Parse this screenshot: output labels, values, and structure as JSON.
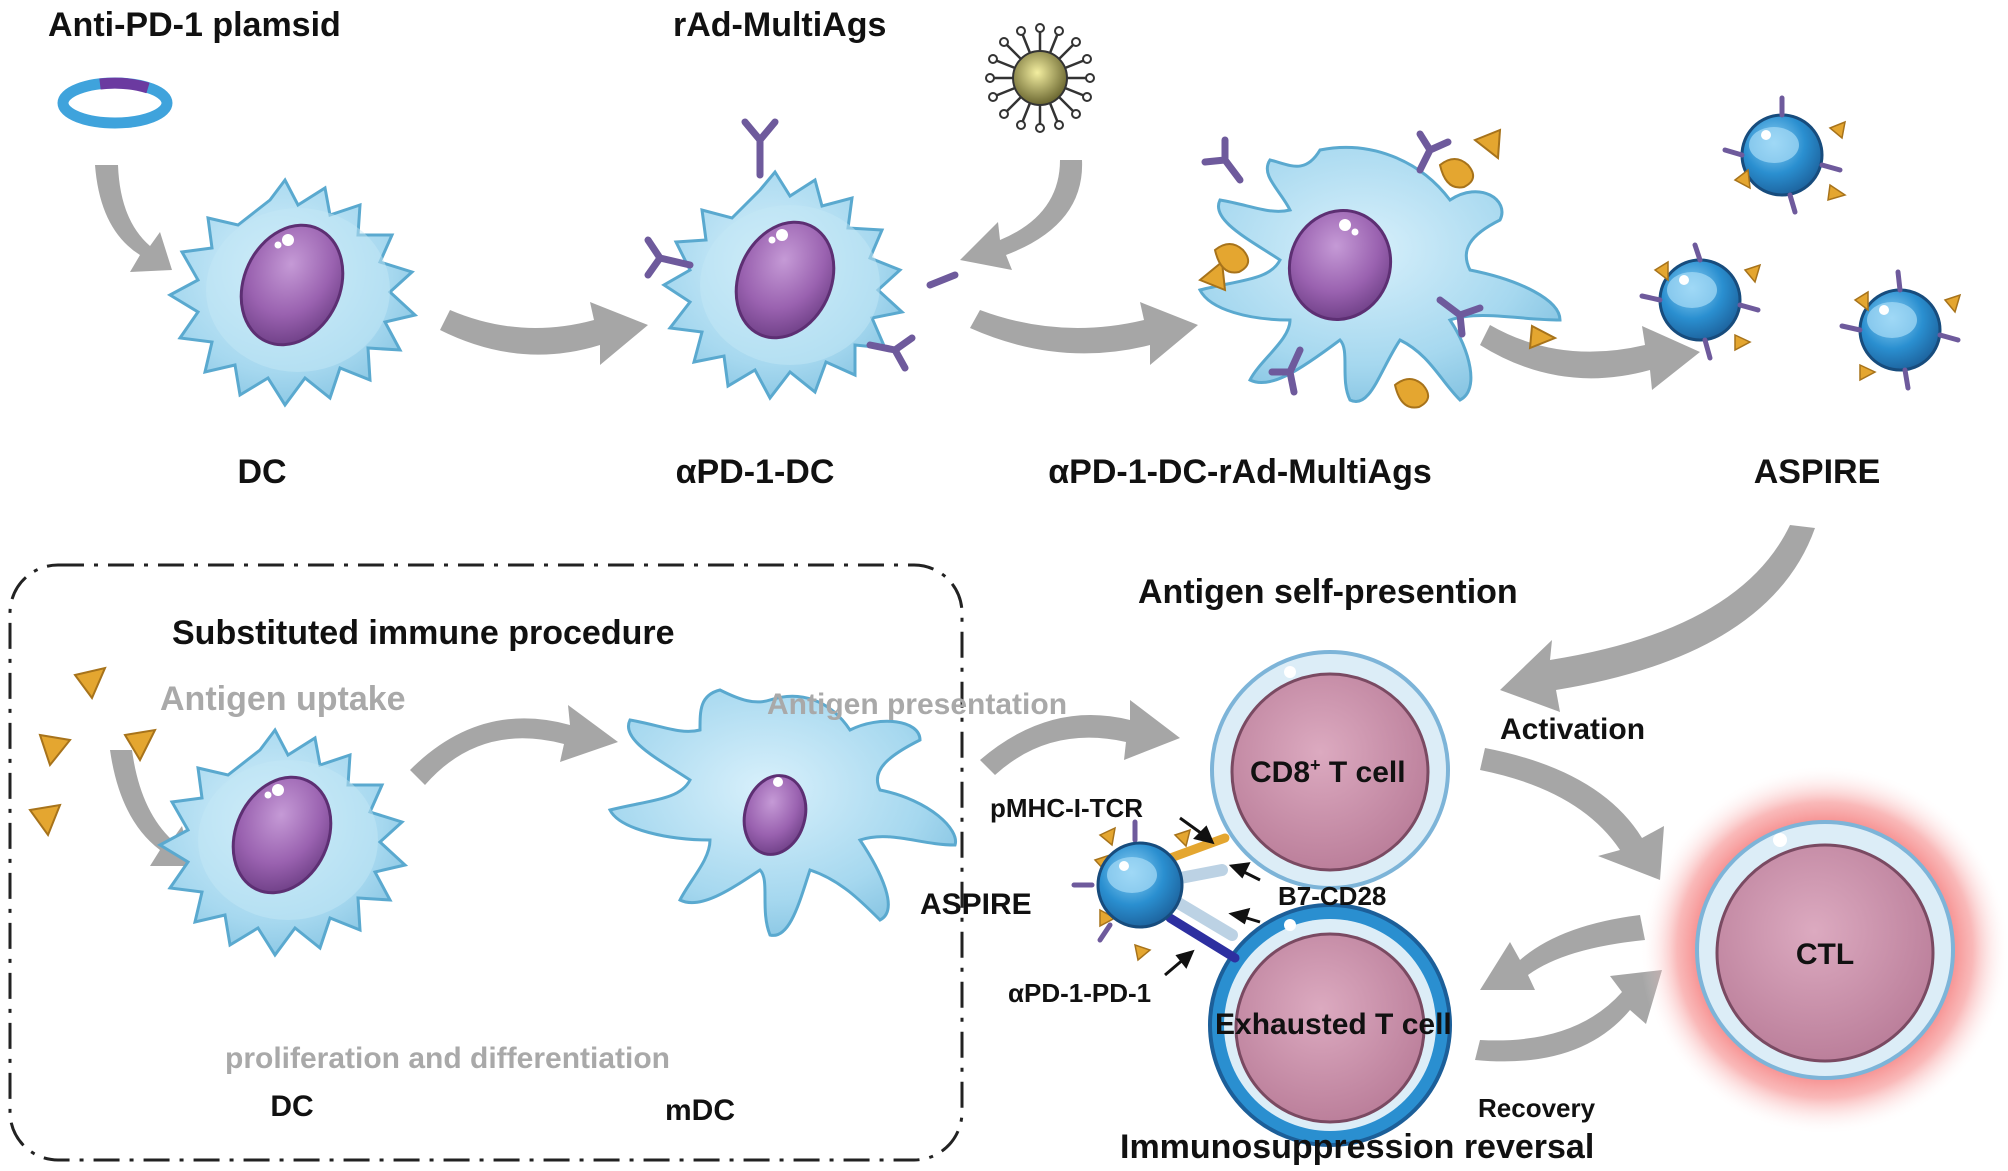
{
  "top": {
    "plasmid_title": "Anti-PD-1 plamsid",
    "virus_title": "rAd-MultiAgs",
    "stage_labels": [
      "DC",
      "αPD-1-DC",
      "αPD-1-DC-rAd-MultiAgs",
      "ASPIRE"
    ]
  },
  "substituted": {
    "title": "Substituted immune procedure",
    "antigen_uptake": "Antigen uptake",
    "antigen_presentation": "Antigen presentation",
    "proliferation": "proliferation and differentiation",
    "dc": "DC",
    "mdc": "mDC"
  },
  "self_presentation": {
    "title": "Antigen self-presention",
    "cd8_main": "CD8",
    "cd8_sup": "+",
    "cd8_rest": " T cell",
    "exhausted": "Exhausted T cell",
    "ctl": "CTL",
    "aspire": "ASPIRE",
    "pmhc": "pMHC-I-TCR",
    "b7": "B7-CD28",
    "pd1": "αPD-1-PD-1",
    "activation": "Activation",
    "recovery": "Recovery",
    "reversal": "Immunosuppression reversal"
  },
  "colors": {
    "cell_body": "#a8daf0",
    "cell_outline": "#5aa9cf",
    "nucleus": "#8e5aa3",
    "arrow": "#a6a6a6",
    "antigen": "#e4a630",
    "receptor": "#6e5a9c",
    "tcell_fill": "#c892a8",
    "ctl_glow": "#f04a4a"
  }
}
